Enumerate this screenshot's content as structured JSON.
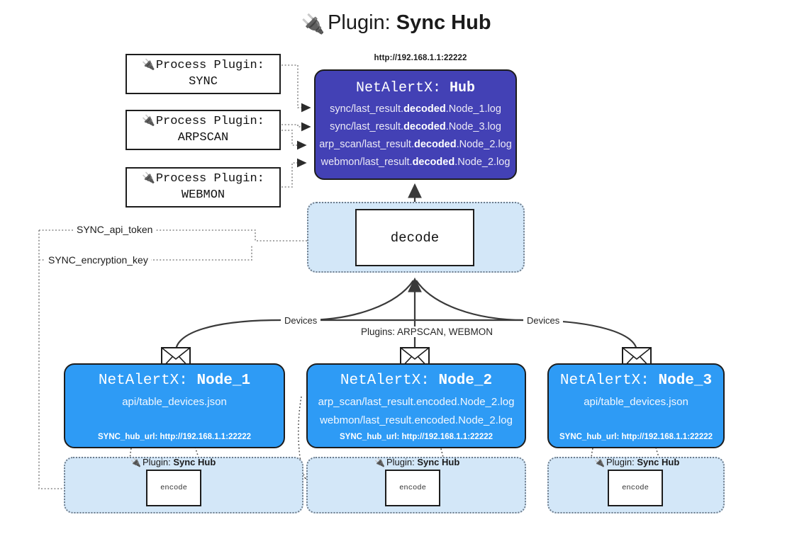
{
  "title": {
    "icon": "plug-icon",
    "prefix": "Plugin:",
    "name": "Sync Hub"
  },
  "process_plugins": [
    {
      "icon": "plug-icon",
      "label": "Process Plugin:",
      "name": "SYNC"
    },
    {
      "icon": "plug-icon",
      "label": "Process Plugin:",
      "name": "ARPSCAN"
    },
    {
      "icon": "plug-icon",
      "label": "Process Plugin:",
      "name": "WEBMON"
    }
  ],
  "hub": {
    "url": "http://192.168.1.1:22222",
    "app": "NetAlertX:",
    "name": "Hub",
    "files": [
      {
        "pre": "sync/last_result.",
        "mid": "decoded",
        "post": ".Node_1.log"
      },
      {
        "pre": "sync/last_result.",
        "mid": "decoded",
        "post": ".Node_3.log"
      },
      {
        "pre": "arp_scan/last_result.",
        "mid": "decoded",
        "post": ".Node_2.log"
      },
      {
        "pre": "webmon/last_result.",
        "mid": "decoded",
        "post": ".Node_2.log"
      }
    ],
    "color": "#4341b5"
  },
  "decode": {
    "label": "decode",
    "container_color": "#d3e7f8"
  },
  "keys": [
    {
      "label": "SYNC_api_token"
    },
    {
      "label": "SYNC_encryption_key"
    }
  ],
  "edge_labels": {
    "devices_left": "Devices",
    "devices_right": "Devices",
    "plugins_center": "Plugins: ARPSCAN, WEBMON"
  },
  "nodes": [
    {
      "app": "NetAlertX:",
      "name": "Node_1",
      "icon": "envelope-icon",
      "lines": [
        "api/table_devices.json"
      ],
      "footer": "SYNC_hub_url: http://192.168.1.1:22222",
      "color": "#2e9bf5"
    },
    {
      "app": "NetAlertX:",
      "name": "Node_2",
      "icon": "envelope-icon",
      "lines": [
        "arp_scan/last_result.encoded.Node_2.log",
        "webmon/last_result.encoded.Node_2.log"
      ],
      "footer": "SYNC_hub_url: http://192.168.1.1:22222",
      "color": "#2e9bf5"
    },
    {
      "app": "NetAlertX:",
      "name": "Node_3",
      "icon": "envelope-icon",
      "lines": [
        "api/table_devices.json"
      ],
      "footer": "SYNC_hub_url: http://192.168.1.1:22222",
      "color": "#2e9bf5"
    }
  ],
  "encoders": [
    {
      "caption_prefix": "Plugin:",
      "caption_name": "Sync Hub",
      "box_label": "encode",
      "icon": "plug-icon"
    },
    {
      "caption_prefix": "Plugin:",
      "caption_name": "Sync Hub",
      "box_label": "encode",
      "icon": "plug-icon"
    },
    {
      "caption_prefix": "Plugin:",
      "caption_name": "Sync Hub",
      "box_label": "encode",
      "icon": "plug-icon"
    }
  ]
}
